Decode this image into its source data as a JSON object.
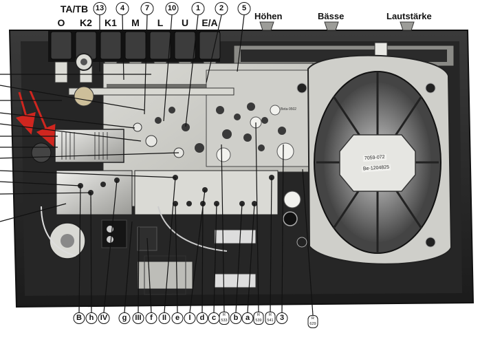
{
  "top_switches": [
    {
      "id": "sw-0",
      "text": "O",
      "circled": false
    },
    {
      "id": "sw-k2",
      "text": "K2",
      "circled": false
    },
    {
      "id": "sw-k1",
      "text": "K1",
      "circled": false
    },
    {
      "id": "sw-m",
      "text": "M",
      "circled": false
    },
    {
      "id": "sw-l",
      "text": "L",
      "circled": false
    },
    {
      "id": "sw-u",
      "text": "U",
      "circled": false
    },
    {
      "id": "sw-ea",
      "text": "E/A",
      "circled": false
    }
  ],
  "top_group_label": "TA/TB",
  "top_numbers": [
    "13",
    "4",
    "7",
    "10",
    "1",
    "2",
    "5"
  ],
  "controls": {
    "treble": "Höhen",
    "bass": "Bässe",
    "volume": "Lautstärke"
  },
  "bottom_labels": [
    {
      "t": "B",
      "style": "circle"
    },
    {
      "t": "h",
      "style": "circle"
    },
    {
      "t": "IV",
      "style": "circle"
    },
    {
      "t": "g",
      "style": "circle"
    },
    {
      "t": "III",
      "style": "circle"
    },
    {
      "t": "f",
      "style": "circle"
    },
    {
      "t": "II",
      "style": "circle"
    },
    {
      "t": "e",
      "style": "circle"
    },
    {
      "t": "I",
      "style": "circle"
    },
    {
      "t": "d",
      "style": "circle"
    },
    {
      "t": "c",
      "style": "circle"
    },
    {
      "t": "533",
      "style": "rtag"
    },
    {
      "t": "b",
      "style": "circle"
    },
    {
      "t": "a",
      "style": "circle"
    },
    {
      "t": "539",
      "style": "rtag"
    },
    {
      "t": "541",
      "style": "rtag"
    },
    {
      "t": "3",
      "style": "circle"
    },
    {
      "t": "629",
      "style": "rtag"
    }
  ],
  "rtag_prefix": "R",
  "speaker_sticker": [
    "7059-072",
    "Be-1204825"
  ],
  "module_tag": "Beta-9502"
}
